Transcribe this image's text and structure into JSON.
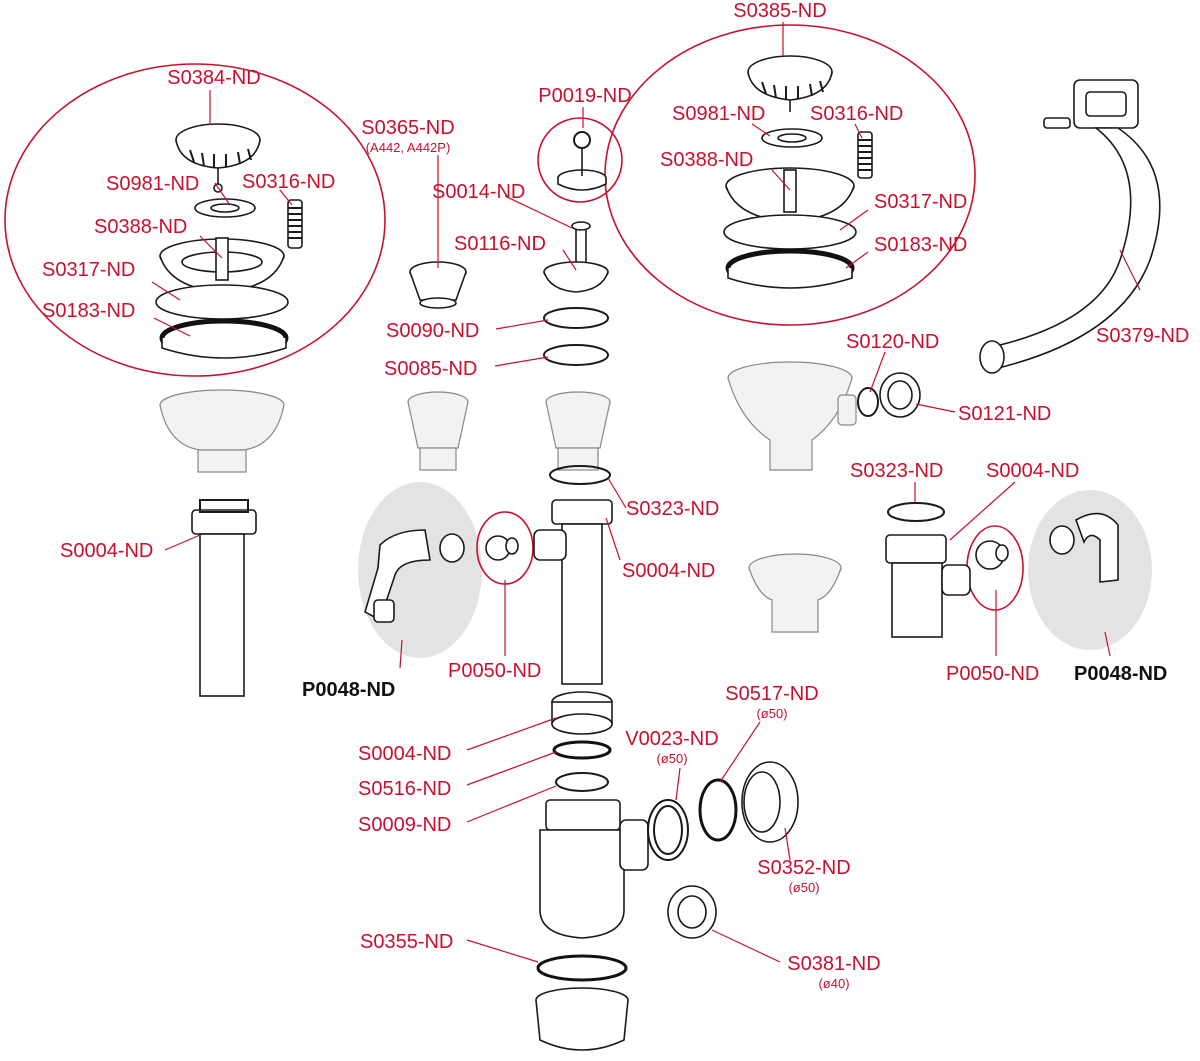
{
  "colors": {
    "label": "#c8102e",
    "accent_label": "#111111",
    "outline": "#1a1a1a",
    "shade": "#e3e3e3"
  },
  "labels": {
    "s0384": "S0384-ND",
    "s0981_left": "S0981-ND",
    "s0316_left": "S0316-ND",
    "s0388_left": "S0388-ND",
    "s0317_left": "S0317-ND",
    "s0183_left": "S0183-ND",
    "s0004_left": "S0004-ND",
    "s0365": "S0365-ND",
    "s0365_sub": "(A442, A442P)",
    "p0019": "P0019-ND",
    "s0014": "S0014-ND",
    "s0116": "S0116-ND",
    "s0090": "S0090-ND",
    "s0085": "S0085-ND",
    "s0385": "S0385-ND",
    "s0981_right": "S0981-ND",
    "s0316_right": "S0316-ND",
    "s0388_right": "S0388-ND",
    "s0317_right": "S0317-ND",
    "s0183_right": "S0183-ND",
    "s0379": "S0379-ND",
    "s0120": "S0120-ND",
    "s0121": "S0121-ND",
    "s0323_mid": "S0323-ND",
    "s0004_mid": "S0004-ND",
    "p0048_left": "P0048-ND",
    "p0050_left": "P0050-ND",
    "s0323_right": "S0323-ND",
    "s0004_right": "S0004-ND",
    "p0050_right": "P0050-ND",
    "p0048_right": "P0048-ND",
    "s0004_low": "S0004-ND",
    "s0516": "S0516-ND",
    "s0009": "S0009-ND",
    "v0023": "V0023-ND",
    "v0023_sub": "(ø50)",
    "s0517": "S0517-ND",
    "s0517_sub": "(ø50)",
    "s0352": "S0352-ND",
    "s0352_sub": "(ø50)",
    "s0355": "S0355-ND",
    "s0381": "S0381-ND",
    "s0381_sub": "(ø40)"
  }
}
